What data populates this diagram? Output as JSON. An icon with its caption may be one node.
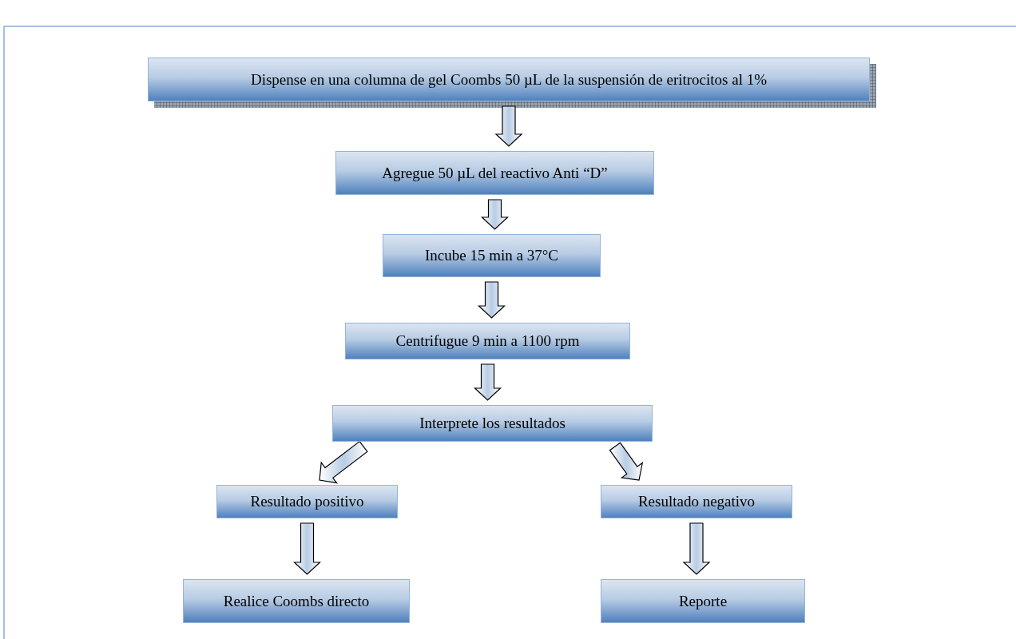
{
  "diagram": {
    "nodes": [
      {
        "text": [
          "Dispense en una columna de gel Coombs 50 µL de la suspensión de eritrocitos al 1%"
        ]
      },
      {
        "text": [
          "Agregue 50 µL del reactivo Anti “D”"
        ]
      },
      {
        "text": [
          "Incube 15 min a 37°C"
        ]
      },
      {
        "text": [
          "Centrifugue 9 min a 1100 rpm"
        ]
      },
      {
        "text": [
          "Interprete los resultados"
        ]
      },
      {
        "text": [
          "Resultado positivo"
        ]
      },
      {
        "text": [
          "Resultado negativo"
        ]
      },
      {
        "text": [
          "Realice Coombs directo"
        ]
      },
      {
        "text": [
          "Reporte"
        ]
      }
    ],
    "edges": [
      {
        "from": 0,
        "to": 1,
        "arrow": "to"
      },
      {
        "from": 1,
        "to": 2,
        "arrow": "to"
      },
      {
        "from": 2,
        "to": 3,
        "arrow": "to"
      },
      {
        "from": 3,
        "to": 4,
        "arrow": "to"
      },
      {
        "from": 4,
        "to": 5,
        "arrow": "to"
      },
      {
        "from": 4,
        "to": 6,
        "arrow": "to"
      },
      {
        "from": 5,
        "to": 7,
        "arrow": "to"
      },
      {
        "from": 6,
        "to": 8,
        "arrow": "to"
      }
    ]
  }
}
